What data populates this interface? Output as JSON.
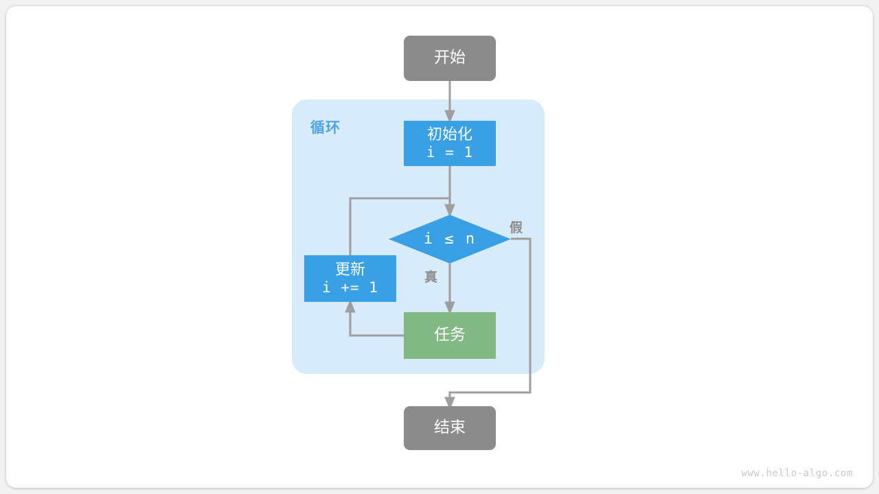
{
  "watermark": "www.hello-algo.com",
  "colors": {
    "page_background": "#f2f2f2",
    "card_background": "#ffffff",
    "terminal_gray": "#8b8b8b",
    "process_blue": "#3aa0e6",
    "process_green": "#81b884",
    "loop_container_fill": "#d7ebfa",
    "loop_title_blue": "#4da3ec",
    "connector_gray": "#9e9e9e",
    "label_gray": "#8b8b8b",
    "watermark_gray": "#c9c9c9"
  },
  "diagram": {
    "type": "flowchart",
    "title": "",
    "loop_container": {
      "label": "循环"
    },
    "nodes": [
      {
        "id": "start",
        "shape": "terminal",
        "label": "开始",
        "lines": [
          "开始"
        ],
        "color": "#8b8b8b"
      },
      {
        "id": "init",
        "shape": "process",
        "label": "初始化 i = 1",
        "lines": [
          "初始化",
          "i = 1"
        ],
        "color": "#3aa0e6"
      },
      {
        "id": "decision",
        "shape": "diamond",
        "label": "i ≤ n",
        "lines": [
          "i ≤ n"
        ],
        "color": "#3aa0e6"
      },
      {
        "id": "update",
        "shape": "process",
        "label": "更新 i += 1",
        "lines": [
          "更新",
          "i += 1"
        ],
        "color": "#3aa0e6"
      },
      {
        "id": "task",
        "shape": "process",
        "label": "任务",
        "lines": [
          "任务"
        ],
        "color": "#81b884"
      },
      {
        "id": "end",
        "shape": "terminal",
        "label": "结束",
        "lines": [
          "结束"
        ],
        "color": "#8b8b8b"
      }
    ],
    "edges": [
      {
        "from": "start",
        "to": "init",
        "label": ""
      },
      {
        "from": "init",
        "to": "decision",
        "label": ""
      },
      {
        "from": "decision",
        "to": "task",
        "label": "真"
      },
      {
        "from": "decision",
        "to": "end",
        "label": "假"
      },
      {
        "from": "task",
        "to": "update",
        "label": ""
      },
      {
        "from": "update",
        "to": "decision",
        "label": ""
      }
    ],
    "edge_labels": {
      "true": "真",
      "false": "假"
    }
  }
}
